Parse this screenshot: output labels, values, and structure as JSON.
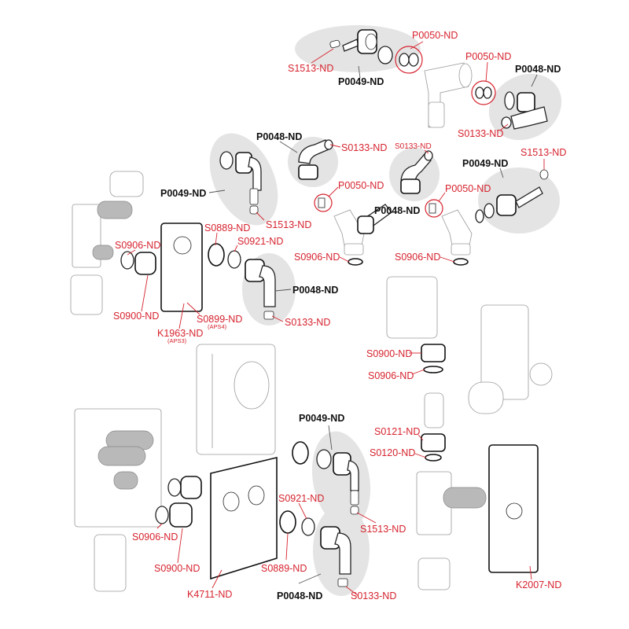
{
  "diagram": {
    "title": "Exploded spare-parts diagram – concealed washing machine siphons",
    "colors": {
      "part_label": "#d6232e",
      "assembly_label": "#111111",
      "highlight_ellipse": "#e4e4e4",
      "line_art": "#222222"
    },
    "labels": {
      "top_s1513": "S1513-ND",
      "top_p0049": "P0049-ND",
      "top_p0050_a": "P0050-ND",
      "top_p0050_b": "P0050-ND",
      "top_p0048": "P0048-ND",
      "top_s0133": "S0133-ND",
      "mid_p0048": "P0048-ND",
      "mid_s0133_a": "S0133-ND",
      "mid_s0133_b": "S0133-ND",
      "mid_p0049_left": "P0049-ND",
      "mid_s1513_left": "S1513-ND",
      "mid_p0050_a": "P0050-ND",
      "mid_p0048_center": "P0048-ND",
      "mid_p0049_right": "P0049-ND",
      "mid_s1513_right": "S1513-ND",
      "mid_p0050_b": "P0050-ND",
      "mid_s0906_a": "S0906-ND",
      "mid_s0906_b": "S0906-ND",
      "aps_s0906": "S0906-ND",
      "aps_s0900": "S0900-ND",
      "aps_s0889": "S0889-ND",
      "aps_s0921": "S0921-ND",
      "aps_p0048": "P0048-ND",
      "aps_s0133": "S0133-ND",
      "aps_s0899": "S0899-ND",
      "aps_s0899_sub": "(APS4)",
      "aps_k1963": "K1963-ND",
      "aps_k1963_sub": "(APS3)",
      "right_s0900": "S0900-ND",
      "right_s0906": "S0906-ND",
      "right_s0121": "S0121-ND",
      "right_s0120": "S0120-ND",
      "right_k2007": "K2007-ND",
      "bot_p0049": "P0049-ND",
      "bot_s1513": "S1513-ND",
      "bot_s0921": "S0921-ND",
      "bot_s0889": "S0889-ND",
      "bot_p0048": "P0048-ND",
      "bot_s0133": "S0133-ND",
      "bot_s0906": "S0906-ND",
      "bot_s0900": "S0900-ND",
      "bot_k4711": "K4711-ND"
    }
  }
}
